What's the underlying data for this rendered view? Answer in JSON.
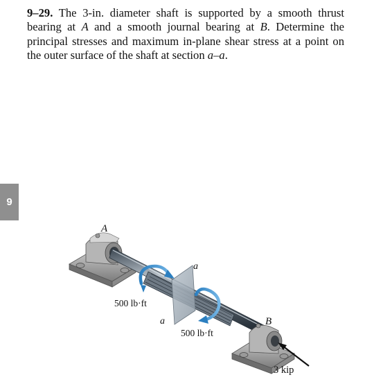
{
  "problem": {
    "number": "9–29.",
    "text_part1": "The 3-in. diameter shaft is supported by a smooth thrust bearing at ",
    "point_a": "A",
    "text_part2": " and a smooth journal bearing at ",
    "point_b": "B",
    "text_part3": ". Determine the principal stresses and maximum in-plane shear stress at a point on the outer surface of the shaft at section ",
    "section": "a–a",
    "text_end": "."
  },
  "chapter_tab": "9",
  "figure": {
    "label_a_bearing": "A",
    "label_b_bearing": "B",
    "label_section_top": "a",
    "label_section_bottom": "a",
    "torque_left": "500 lb·ft",
    "torque_right": "500 lb·ft",
    "axial_load": "3 kip"
  }
}
